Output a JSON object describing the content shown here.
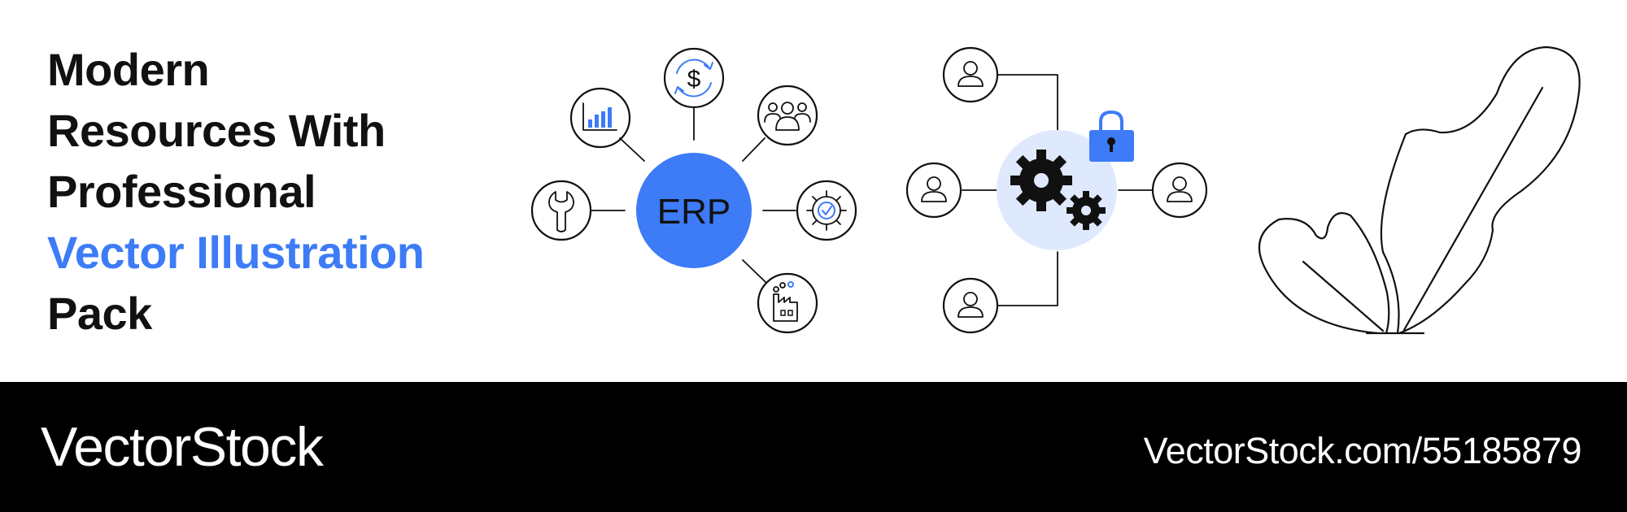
{
  "headline": {
    "line1": "Modern",
    "line2": "Resources With",
    "line3": "Professional",
    "line4_accent": "Vector Illustration",
    "line5": "Pack"
  },
  "illustration": {
    "erp_label": "ERP",
    "icons": [
      "bar-chart-icon",
      "dollar-refresh-icon",
      "team-icon",
      "wrench-icon",
      "gear-check-icon",
      "factory-icon",
      "user-icon",
      "gears-icon",
      "padlock-icon",
      "leaf-plant-icon"
    ]
  },
  "footer": {
    "brand": "VectorStock",
    "url": "VectorStock.com/55185879"
  },
  "colors": {
    "accent": "#3d7bf7",
    "light_accent": "#dfe9fd",
    "text": "#111111",
    "footer_bg": "#000000",
    "footer_text": "#ffffff"
  }
}
